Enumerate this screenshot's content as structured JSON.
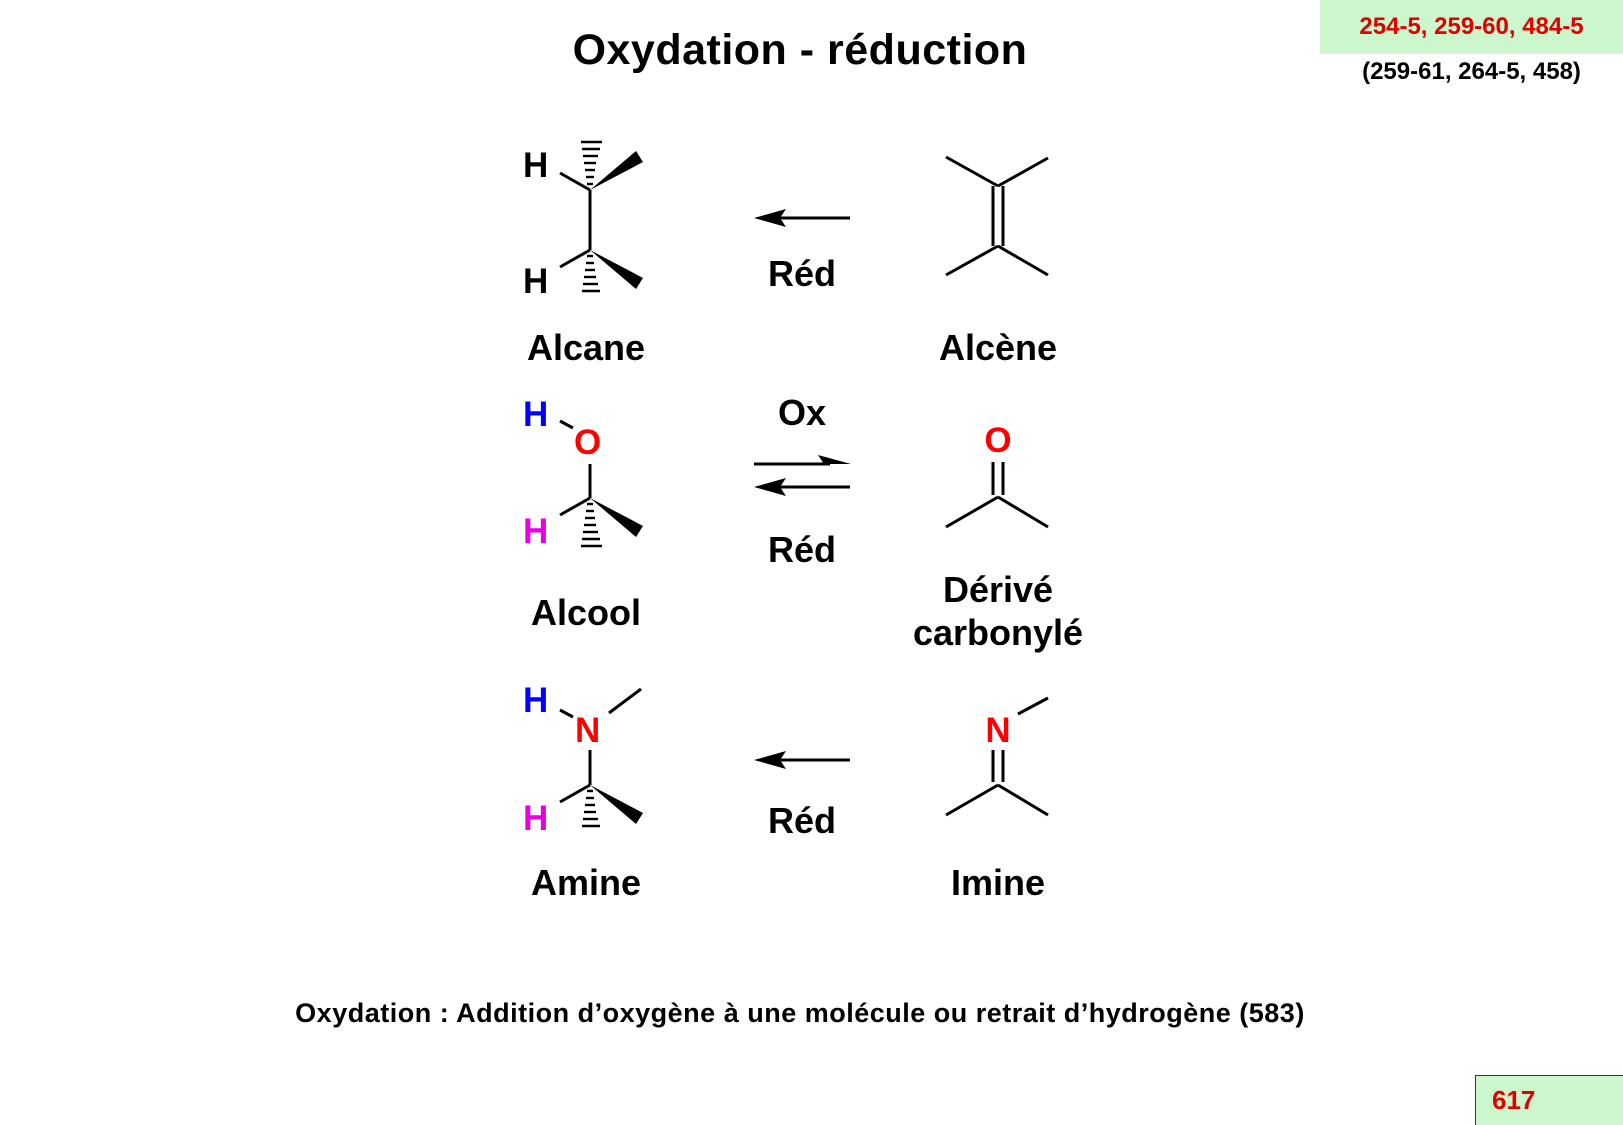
{
  "title": "Oxydation - réduction",
  "page_refs": "254-5, 259-60, 484-5",
  "page_refs_secondary": "(259-61, 264-5, 458)",
  "colors": {
    "oxygen_nitrogen": "#ff0000",
    "hydrogen_blue": "#0000ff",
    "hydrogen_magenta": "#e600e6",
    "ref_background": "#ccf7cc",
    "ref_text": "#e00000"
  },
  "rows": [
    {
      "left_name": "Alcane",
      "right_name": "Alcène",
      "arrow": "reverse",
      "arrow_label_bottom": "Réd",
      "left_atoms": {
        "h_top": "H",
        "h_bottom": "H"
      }
    },
    {
      "left_name": "Alcool",
      "right_name_line1": "Dérivé",
      "right_name_line2": "carbonylé",
      "arrow": "equilibrium",
      "arrow_label_top": "Ox",
      "arrow_label_bottom": "Réd",
      "left_atoms": {
        "h_top": "H",
        "hetero": "O",
        "h_bottom": "H"
      },
      "right_atoms": {
        "hetero": "O"
      }
    },
    {
      "left_name": "Amine",
      "right_name": "Imine",
      "arrow": "reverse",
      "arrow_label_bottom": "Réd",
      "left_atoms": {
        "h_top": "H",
        "hetero": "N",
        "h_bottom": "H"
      },
      "right_atoms": {
        "hetero": "N"
      }
    }
  ],
  "footer": "Oxydation : Addition d’oxygène à une molécule ou retrait d’hydrogène (583)",
  "page_number": "617"
}
